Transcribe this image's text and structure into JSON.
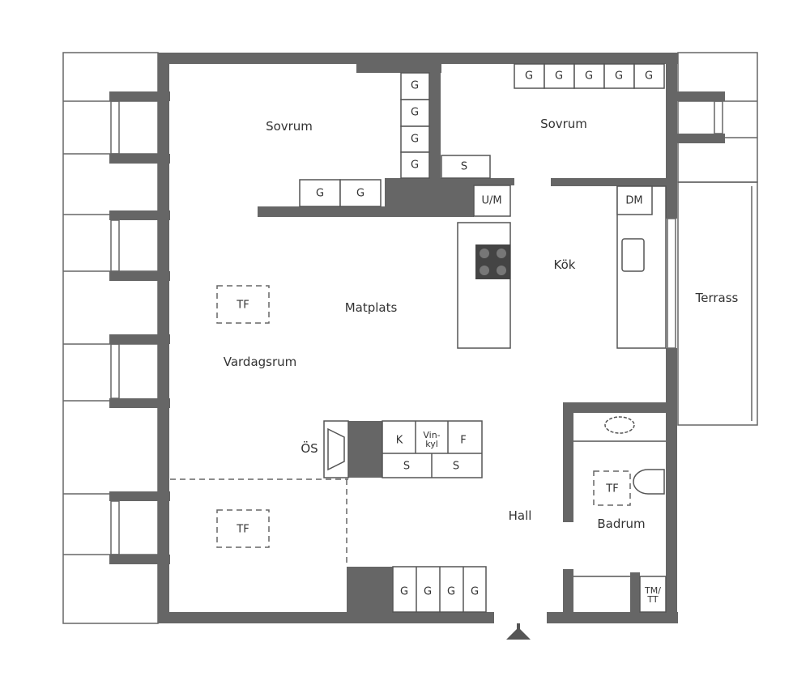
{
  "rooms": {
    "bedroom_left": "Sovrum",
    "bedroom_right": "Sovrum",
    "kitchen": "Kök",
    "terrace": "Terrass",
    "dining": "Matplats",
    "living": "Vardagsrum",
    "hall": "Hall",
    "bathroom": "Badrum"
  },
  "fixtures": {
    "wardrobe": "G",
    "storage": "S",
    "washer": "U/M",
    "dishwasher": "DM",
    "fridge_small": "K",
    "wine_cooler": "Vin-\nkyl",
    "freezer": "F",
    "fireplace": "ÖS",
    "furniture_space": "TF",
    "laundry": "TM/\nTT"
  },
  "colors": {
    "wall": "#666666",
    "line": "#555555"
  }
}
